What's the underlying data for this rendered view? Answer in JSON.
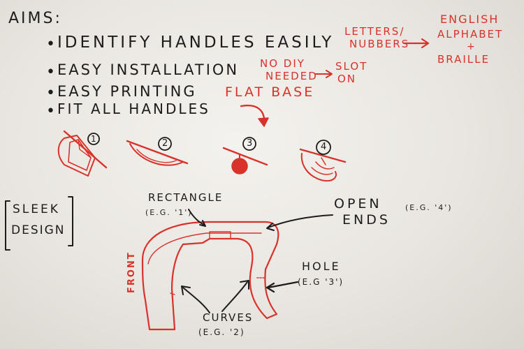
{
  "board": {
    "heading": "AIMS:",
    "aims": [
      {
        "bullet": "•",
        "text": "IDENTIFY HANDLES EASILY"
      },
      {
        "bullet": "•",
        "text": "EASY INSTALLATION"
      },
      {
        "bullet": "•",
        "text": "EASY PRINTING"
      },
      {
        "bullet": "•",
        "text": "FIT ALL HANDLES"
      }
    ],
    "notes": {
      "letters_line1": "LETTERS/",
      "letters_line2": "NUBBERS",
      "english": "ENGLISH",
      "alphabet": "ALPHABET",
      "plus": "+",
      "braille": "BRAILLE",
      "no_diy": "NO DIY",
      "needed": "NEEDED",
      "slot": "SLOT",
      "on": "ON",
      "flat_base": "FLAT BASE"
    },
    "handle_numbers": [
      "1",
      "2",
      "3",
      "4"
    ],
    "design": {
      "sleek": "SLEEK",
      "design": "DESIGN",
      "rectangle": "RECTANGLE",
      "rectangle_eg": "(E.G. '1')",
      "open": "OPEN",
      "ends": "ENDS",
      "open_eg": "(E.G. '4')",
      "hole": "HOLE",
      "hole_eg": "(E.G '3')",
      "curves": "CURVES",
      "curves_eg": "(E.G. '2)",
      "front": "FRONT"
    },
    "colors": {
      "ink_black": "#1c1c1c",
      "ink_red": "#d8322a",
      "board": "#efece8"
    }
  }
}
